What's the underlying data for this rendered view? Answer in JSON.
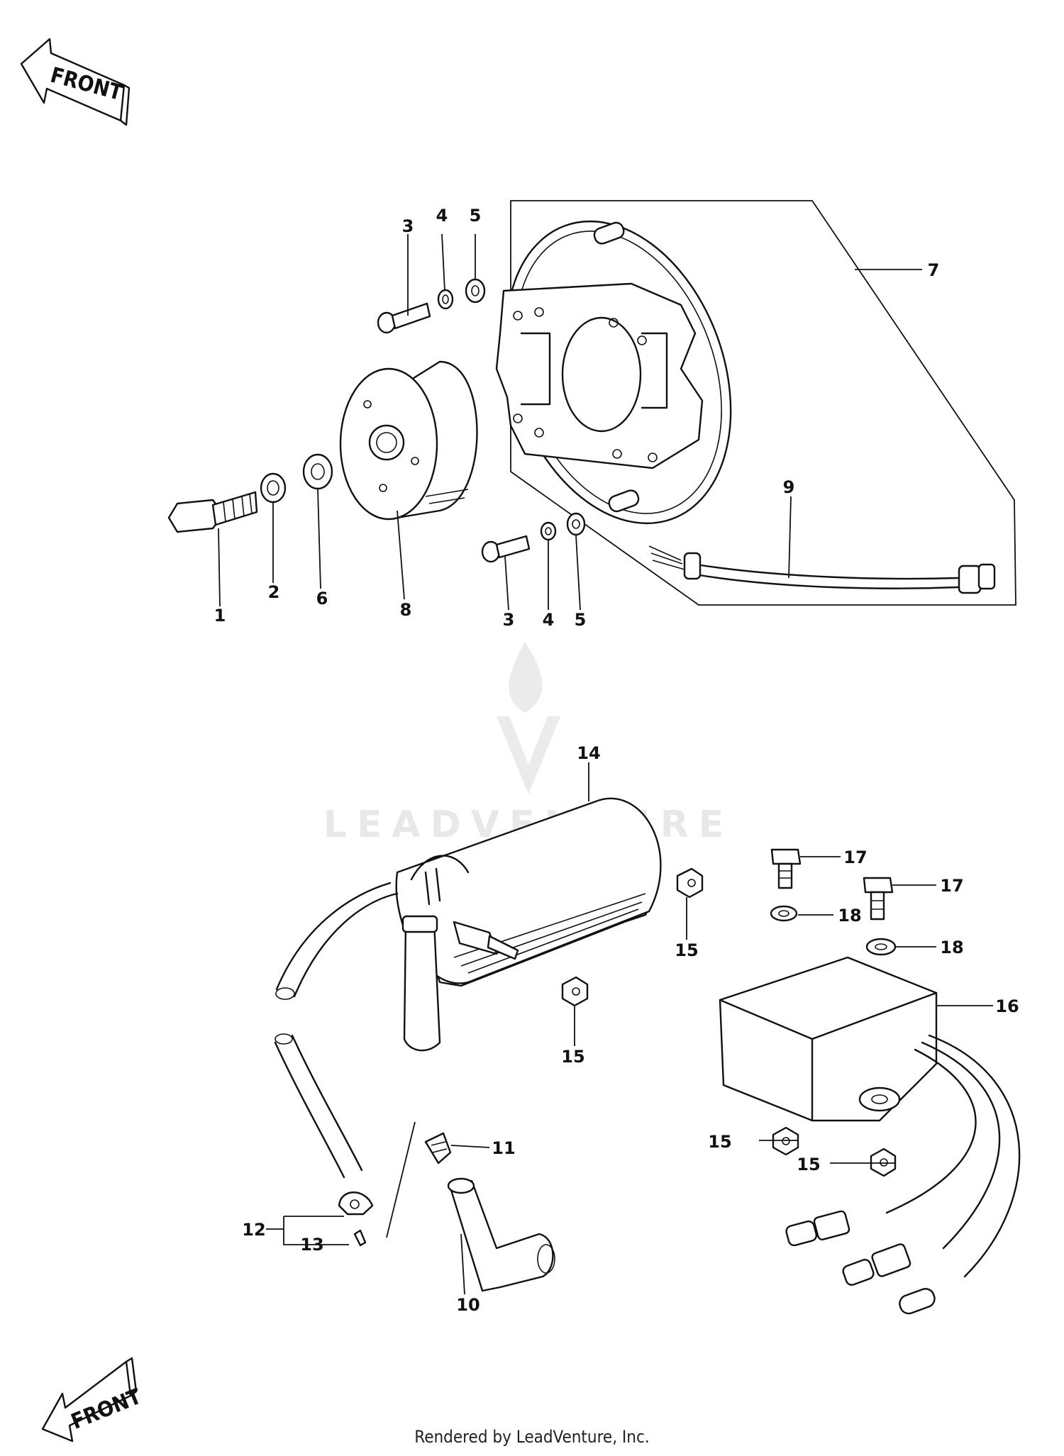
{
  "diagram": {
    "front_label_top": "FRONT",
    "front_label_bottom": "FRONT",
    "watermark": "LEADVENTURE",
    "footer": "Rendered by LeadVenture, Inc.",
    "callouts": [
      "1",
      "2",
      "3",
      "3",
      "4",
      "4",
      "5",
      "5",
      "6",
      "7",
      "8",
      "9",
      "10",
      "11",
      "12",
      "13",
      "14",
      "15",
      "15",
      "15",
      "15",
      "16",
      "17",
      "17",
      "18",
      "18"
    ]
  },
  "colors": {
    "ink": "#111111",
    "watermark": "#e6e6e6",
    "background": "#ffffff"
  }
}
